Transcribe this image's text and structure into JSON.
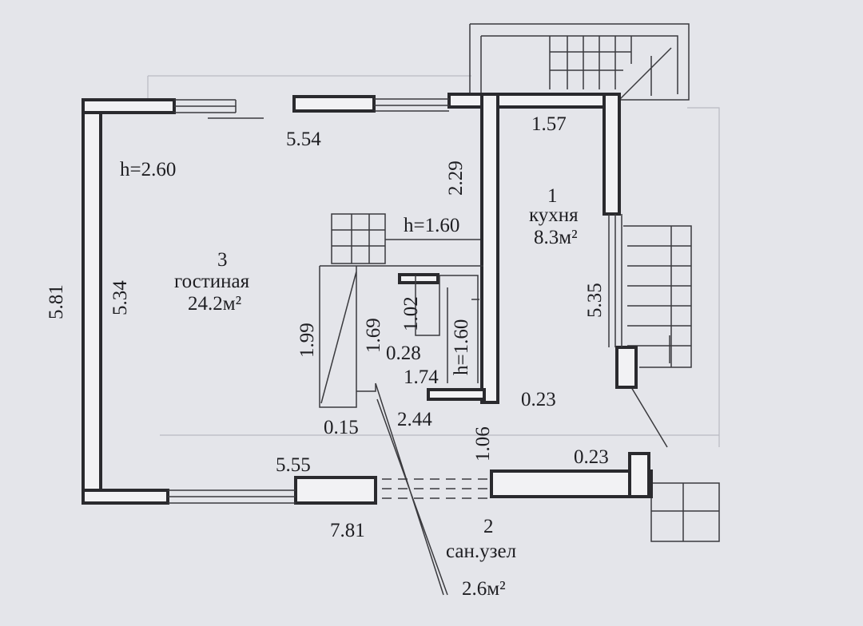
{
  "rooms": [
    {
      "number": "1",
      "name": "кухня",
      "area": "8.3м²"
    },
    {
      "number": "2",
      "name": "сан.узел",
      "area": "2.6м²"
    },
    {
      "number": "3",
      "name": "гостиная",
      "area": "24.2м²"
    }
  ],
  "heights": {
    "main": "h=2.60",
    "stair": "h=1.60",
    "bath": "h=1.60"
  },
  "dimensions": {
    "top_wall": "5.54",
    "kitchen_width": "1.57",
    "kitchen_upper": "2.29",
    "outer_left": "5.81",
    "inner_left": "5.34",
    "closet_height": "1.99",
    "bath_height": "1.69",
    "bath_upper": "1.02",
    "bath_gap": "0.28",
    "bath_width": "1.74",
    "kitchen_wall": "0.23",
    "kitchen_right": "5.35",
    "closet_gap": "0.15",
    "bath_diag": "2.44",
    "bath_side": "1.06",
    "bottom_wall": "0.23",
    "bottom_inner": "5.55",
    "bottom_outer": "7.81"
  }
}
